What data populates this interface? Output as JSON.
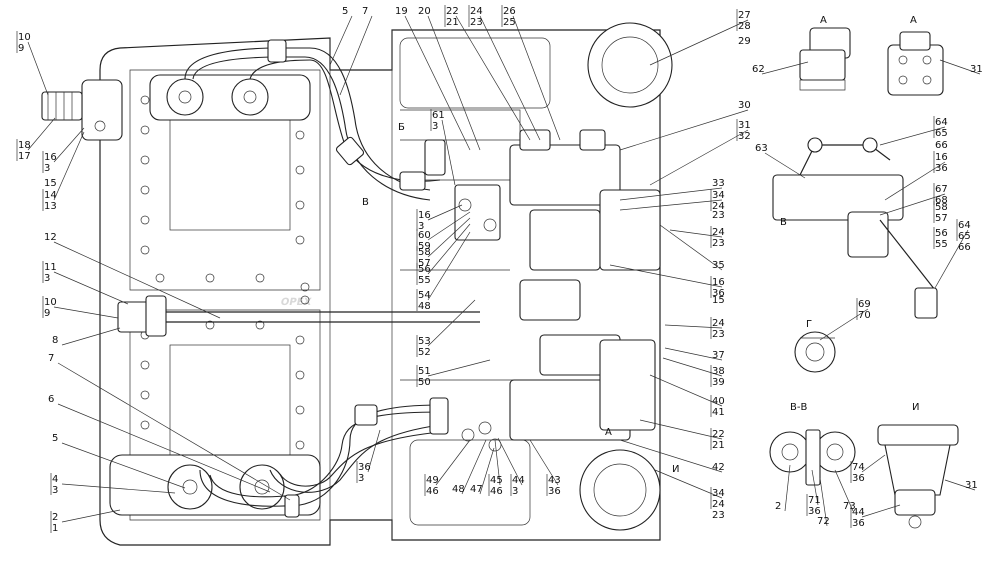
{
  "watermark": "ОРЕХ",
  "view_letters": [
    {
      "id": "b1",
      "text": "Б"
    },
    {
      "id": "a1",
      "text": "А"
    },
    {
      "id": "a2",
      "text": "А"
    },
    {
      "id": "g1",
      "text": "Г"
    },
    {
      "id": "vv",
      "text": "В-В"
    },
    {
      "id": "i1",
      "text": "И"
    },
    {
      "id": "v1",
      "text": "В"
    },
    {
      "id": "v2",
      "text": "В"
    },
    {
      "id": "a3",
      "text": "А"
    },
    {
      "id": "i2",
      "text": "И"
    }
  ],
  "callouts": [
    {
      "id": "c1",
      "top": "10",
      "bottom": "9"
    },
    {
      "id": "c2",
      "top": "18",
      "bottom": "17"
    },
    {
      "id": "c3",
      "top": "16",
      "bottom": "3"
    },
    {
      "id": "c4",
      "top": "15",
      "bottom": ""
    },
    {
      "id": "c5",
      "top": "14",
      "bottom": "13"
    },
    {
      "id": "c6",
      "top": "12",
      "bottom": ""
    },
    {
      "id": "c7",
      "top": "11",
      "bottom": "3"
    },
    {
      "id": "c8",
      "top": "10",
      "bottom": "9"
    },
    {
      "id": "c9",
      "top": "8",
      "bottom": ""
    },
    {
      "id": "c10",
      "top": "7",
      "bottom": ""
    },
    {
      "id": "c11",
      "top": "6",
      "bottom": ""
    },
    {
      "id": "c12",
      "top": "5",
      "bottom": ""
    },
    {
      "id": "c13",
      "top": "4",
      "bottom": "3"
    },
    {
      "id": "c14",
      "top": "2",
      "bottom": "1"
    },
    {
      "id": "c15",
      "top": "5",
      "bottom": ""
    },
    {
      "id": "c16",
      "top": "7",
      "bottom": ""
    },
    {
      "id": "c17",
      "top": "19",
      "bottom": ""
    },
    {
      "id": "c18",
      "top": "20",
      "bottom": ""
    },
    {
      "id": "c19",
      "top": "22",
      "bottom": "21"
    },
    {
      "id": "c20",
      "top": "24",
      "bottom": "23"
    },
    {
      "id": "c21",
      "top": "26",
      "bottom": "25"
    },
    {
      "id": "c22",
      "top": "27",
      "bottom": "28"
    },
    {
      "id": "c23",
      "top": "29",
      "bottom": ""
    },
    {
      "id": "c24",
      "top": "61",
      "bottom": "3"
    },
    {
      "id": "c25",
      "top": "30",
      "bottom": ""
    },
    {
      "id": "c26",
      "top": "31",
      "bottom": "32"
    },
    {
      "id": "c27",
      "top": "16",
      "bottom": "3"
    },
    {
      "id": "c28",
      "top": "60",
      "bottom": "59"
    },
    {
      "id": "c29",
      "top": "58",
      "bottom": "57"
    },
    {
      "id": "c30",
      "top": "56",
      "bottom": "55"
    },
    {
      "id": "c31",
      "top": "54",
      "bottom": "48"
    },
    {
      "id": "c32",
      "top": "33",
      "bottom": ""
    },
    {
      "id": "c33",
      "top": "34",
      "bottom": "24"
    },
    {
      "id": "c34",
      "top": "23",
      "bottom": ""
    },
    {
      "id": "c35",
      "top": "24",
      "bottom": "23"
    },
    {
      "id": "c36",
      "top": "35",
      "bottom": ""
    },
    {
      "id": "c37",
      "top": "16",
      "bottom": "36"
    },
    {
      "id": "c38",
      "top": "15",
      "bottom": ""
    },
    {
      "id": "c39",
      "top": "53",
      "bottom": "52"
    },
    {
      "id": "c40",
      "top": "24",
      "bottom": "23"
    },
    {
      "id": "c41",
      "top": "37",
      "bottom": ""
    },
    {
      "id": "c42",
      "top": "51",
      "bottom": "50"
    },
    {
      "id": "c43",
      "top": "38",
      "bottom": "39"
    },
    {
      "id": "c44",
      "top": "40",
      "bottom": "41"
    },
    {
      "id": "c45",
      "top": "22",
      "bottom": "21"
    },
    {
      "id": "c46",
      "top": "36",
      "bottom": "3"
    },
    {
      "id": "c47",
      "top": "49",
      "bottom": "46"
    },
    {
      "id": "c48",
      "top": "48",
      "bottom": ""
    },
    {
      "id": "c49",
      "top": "47",
      "bottom": ""
    },
    {
      "id": "c50",
      "top": "45",
      "bottom": "46"
    },
    {
      "id": "c51",
      "top": "44",
      "bottom": "3"
    },
    {
      "id": "c52",
      "top": "43",
      "bottom": "36"
    },
    {
      "id": "c53",
      "top": "42",
      "bottom": ""
    },
    {
      "id": "c54",
      "top": "34",
      "bottom": "24"
    },
    {
      "id": "c55",
      "top": "23",
      "bottom": ""
    },
    {
      "id": "c56",
      "top": "62",
      "bottom": ""
    },
    {
      "id": "c57",
      "top": "31",
      "bottom": ""
    },
    {
      "id": "c58",
      "top": "63",
      "bottom": ""
    },
    {
      "id": "c59",
      "top": "64",
      "bottom": "65"
    },
    {
      "id": "c60",
      "top": "66",
      "bottom": ""
    },
    {
      "id": "c61",
      "top": "16",
      "bottom": "36"
    },
    {
      "id": "c62",
      "top": "67",
      "bottom": "68"
    },
    {
      "id": "c63",
      "top": "58",
      "bottom": "57"
    },
    {
      "id": "c64",
      "top": "56",
      "bottom": "55"
    },
    {
      "id": "c65",
      "top": "64",
      "bottom": "65"
    },
    {
      "id": "c66",
      "top": "66",
      "bottom": ""
    },
    {
      "id": "c67",
      "top": "69",
      "bottom": "70"
    },
    {
      "id": "c68",
      "top": "2",
      "bottom": ""
    },
    {
      "id": "c69",
      "top": "71",
      "bottom": "36"
    },
    {
      "id": "c70",
      "top": "72",
      "bottom": ""
    },
    {
      "id": "c71",
      "top": "73",
      "bottom": ""
    },
    {
      "id": "c72",
      "top": "74",
      "bottom": "36"
    },
    {
      "id": "c73",
      "top": "44",
      "bottom": "36"
    },
    {
      "id": "c74",
      "top": "31",
      "bottom": ""
    }
  ]
}
